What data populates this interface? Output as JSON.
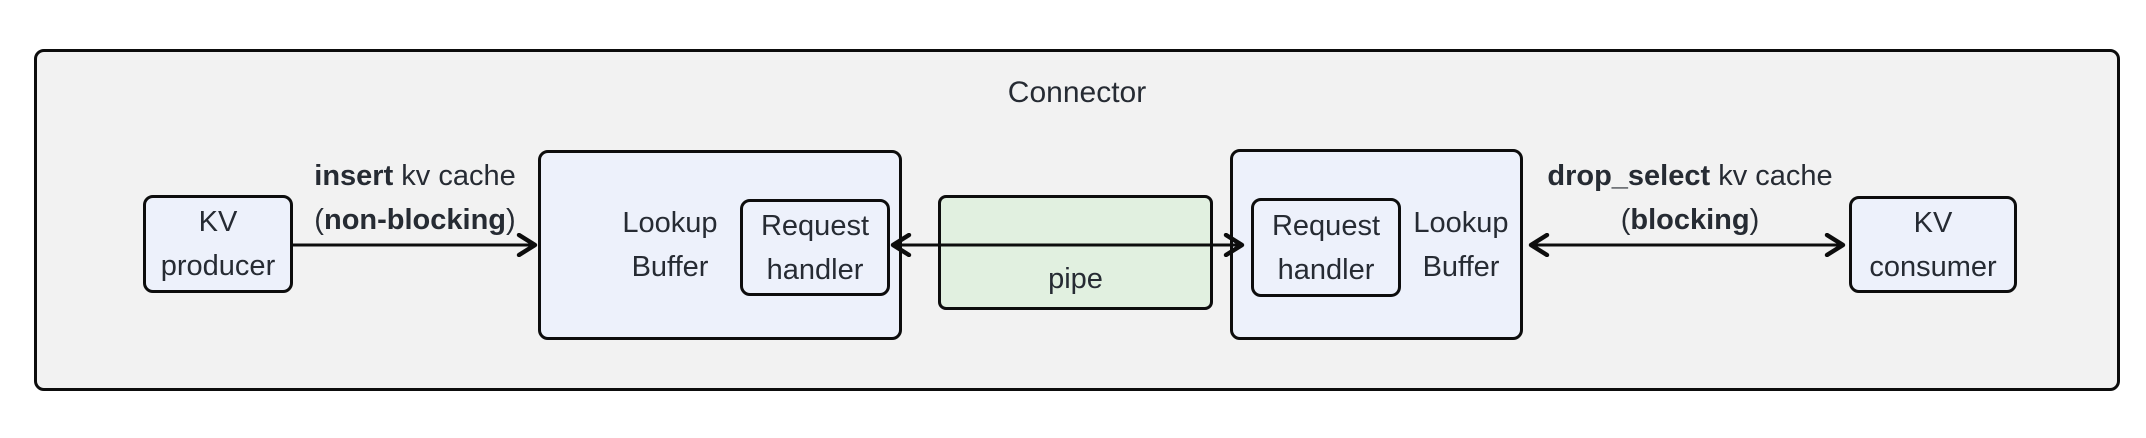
{
  "title": "Connector",
  "nodes": {
    "kv_producer": "KV\nproducer",
    "lookup_buffer_left": "Lookup\nBuffer",
    "request_handler_left": "Request\nhandler",
    "pipe": "pipe",
    "request_handler_right": "Request\nhandler",
    "lookup_buffer_right": "Lookup\nBuffer",
    "kv_consumer": "KV\nconsumer"
  },
  "edges": {
    "insert": {
      "bold": "insert",
      "rest": " kv cache",
      "paren_open": "(",
      "paren_bold": "non-blocking",
      "paren_close": ")"
    },
    "drop_select": {
      "bold": "drop_select",
      "rest": " kv cache",
      "paren_open": "(",
      "paren_bold": "blocking",
      "paren_close": ")"
    }
  },
  "colors": {
    "outer_fill": "#f2f2f2",
    "node_fill": "#edf1fb",
    "pipe_fill": "#e1f0e0",
    "border": "#0d0d0d",
    "text": "#262b33"
  }
}
